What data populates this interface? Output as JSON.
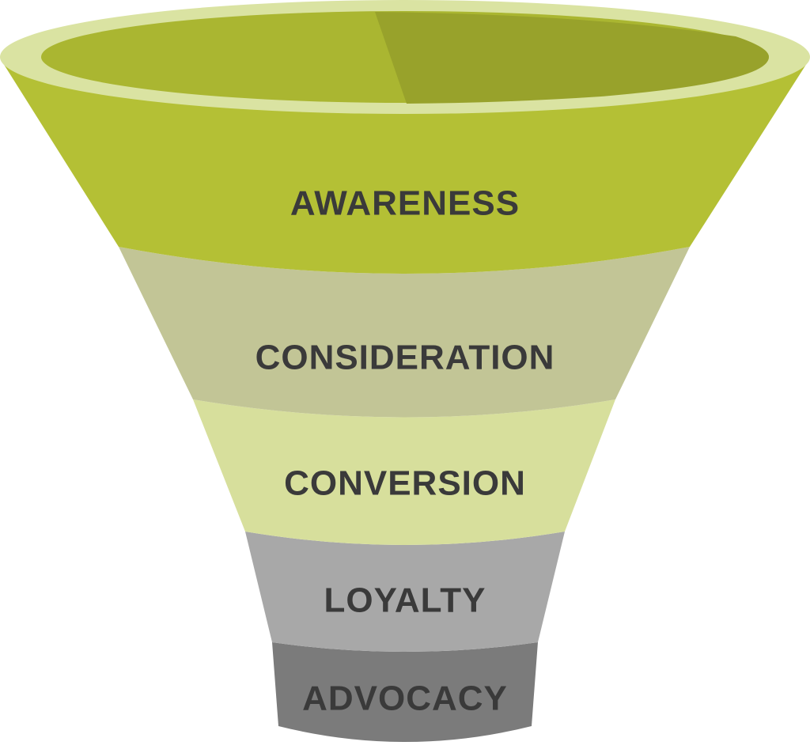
{
  "funnel": {
    "stages": [
      {
        "label": "AWARENESS",
        "color": "#b4c035"
      },
      {
        "label": "CONSIDERATION",
        "color": "#c2c596"
      },
      {
        "label": "CONVERSION",
        "color": "#d7df9c"
      },
      {
        "label": "LOYALTY",
        "color": "#a8a8a8"
      },
      {
        "label": "ADVOCACY",
        "color": "#7b7b7b"
      }
    ],
    "rim": {
      "outer_color": "#dae3a2",
      "inner_color": "#aab631",
      "inner_shadow_color": "#98a22b"
    },
    "text_color": "#3a3a3a"
  }
}
